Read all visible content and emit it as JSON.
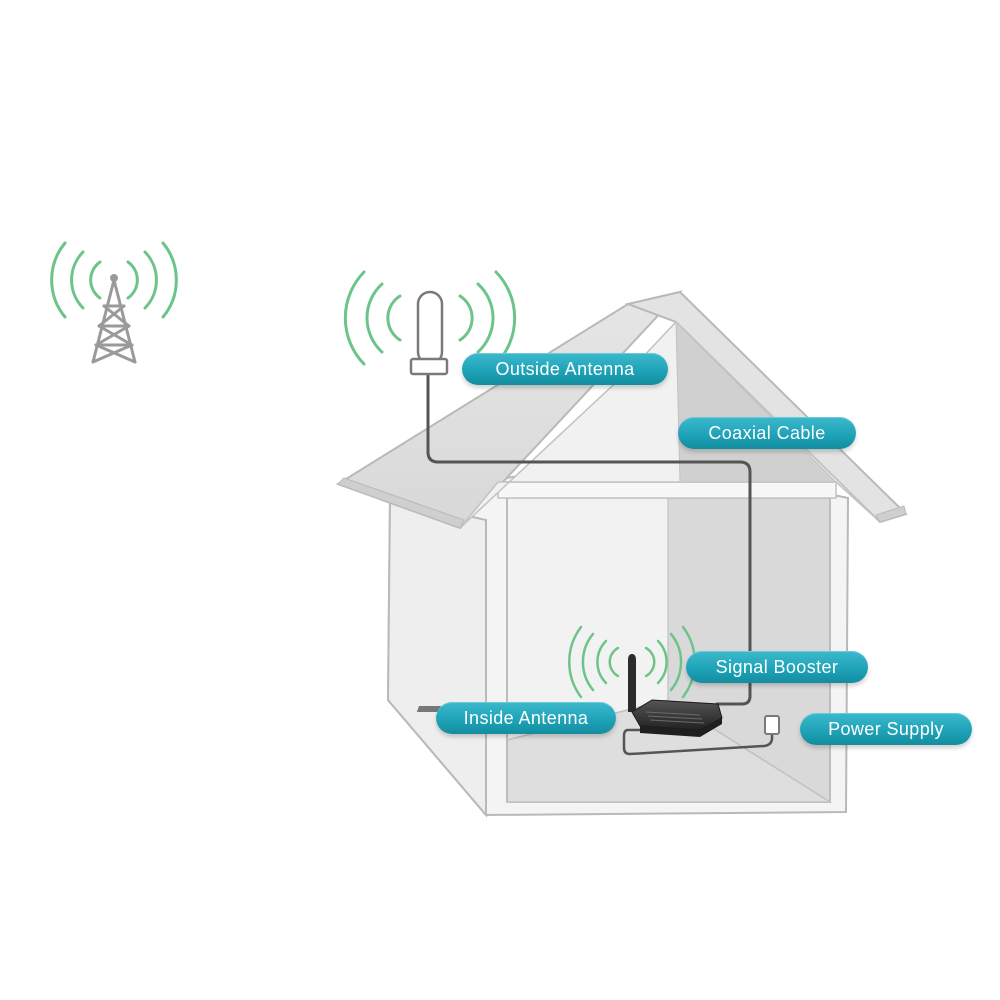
{
  "labels": {
    "outside_antenna": "Outside Antenna",
    "coaxial_cable": "Coaxial Cable",
    "signal_booster": "Signal Booster",
    "inside_antenna": "Inside Antenna",
    "power_supply": "Power Supply"
  },
  "colors": {
    "label_fill": "#1fa3b8",
    "signal_waves": "#6cc48a",
    "house_outline": "#b9b9b9",
    "house_fill": "#f4f4f4",
    "cable": "#555555",
    "booster_body": "#333333"
  },
  "icons": {
    "cell_tower": "cell-tower-icon",
    "outside_antenna": "outdoor-antenna-icon",
    "signal_booster": "signal-booster-icon",
    "inside_antenna": "indoor-antenna-icon",
    "power_supply": "power-plug-icon"
  }
}
